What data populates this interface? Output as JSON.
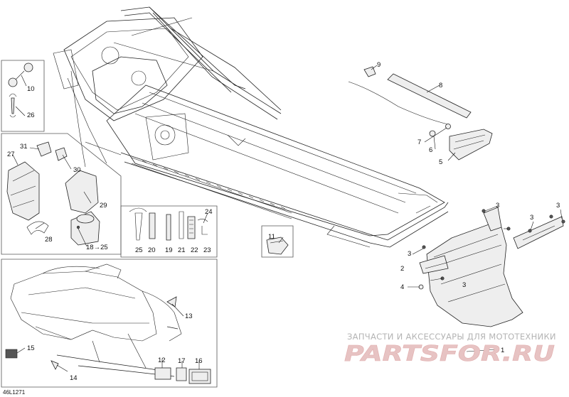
{
  "diagram_code": "46L1271",
  "watermark": {
    "caption": "ЗАПЧАСТИ И АКСЕССУАРЫ ДЛЯ МОТОТЕХНИКИ",
    "logo": "PARTSFOR.RU"
  },
  "callouts": {
    "c1": "1",
    "c2": "2",
    "c3a": "3",
    "c3b": "3",
    "c3c": "3",
    "c3d": "3",
    "c3e": "3",
    "c4": "4",
    "c5": "5",
    "c6": "6",
    "c7": "7",
    "c8": "8",
    "c9": "9",
    "c10": "10",
    "c11": "11",
    "c12": "12",
    "c13": "13",
    "c14": "14",
    "c15": "15",
    "c16": "16",
    "c17": "17",
    "c18": "18",
    "c18to25": "→25",
    "c19": "19",
    "c20": "20",
    "c21": "21",
    "c22": "22",
    "c23": "23",
    "c24": "24",
    "c25": "25",
    "c26": "26",
    "c27": "27",
    "c28": "28",
    "c29": "29",
    "c30": "30",
    "c31": "31"
  },
  "colors": {
    "line": "#222222",
    "watermark_text": "#b4b4b4",
    "watermark_logo": "#e7c3c3"
  }
}
